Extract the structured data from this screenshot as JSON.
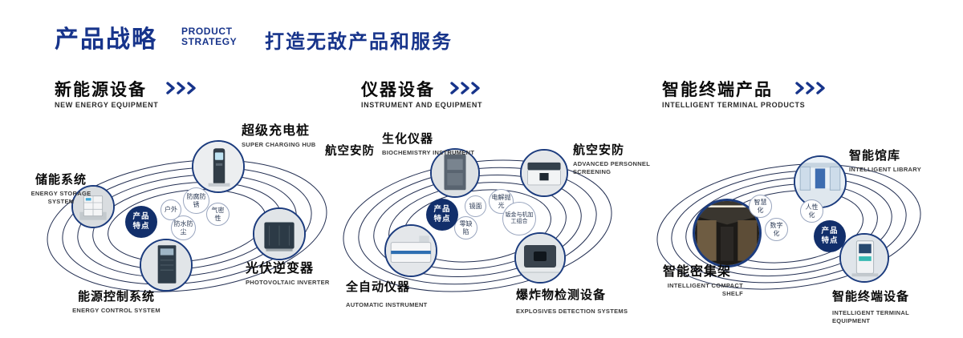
{
  "header": {
    "title": "产品战略",
    "subtitle": [
      "PRODUCT",
      "STRATEGY"
    ],
    "tagline": "打造无敌产品和服务"
  },
  "sections": [
    {
      "title": "新能源设备",
      "subtitle": "NEW ENERGY EQUIPMENT",
      "badge": {
        "line1": "产品",
        "line2": "特点"
      },
      "items": [
        {
          "zh": "储能系统",
          "en": "ENERGY STORAGE SYSTEM"
        },
        {
          "zh": "超级充电桩",
          "en": "SUPER CHARGING HUB"
        },
        {
          "zh": "光伏逆变器",
          "en": "PHOTOVOLTAIC INVERTER"
        },
        {
          "zh": "能源控制系统",
          "en": "ENERGY CONTROL SYSTEM"
        }
      ],
      "features": [
        "户外",
        "防腐防锈",
        "气密性",
        "防水防尘"
      ]
    },
    {
      "title": "仪器设备",
      "subtitle": "INSTRUMENT AND EQUIPMENT",
      "badge": {
        "line1": "产品",
        "line2": "特点"
      },
      "side_label": "航空安防",
      "items": [
        {
          "zh": "生化仪器",
          "en": "BIOCHEMISTRY INSTRUMENT"
        },
        {
          "zh": "航空安防",
          "en": "ADVANCED PERSONNEL SCREENING"
        },
        {
          "zh": "全自动仪器",
          "en": "AUTOMATIC INSTRUMENT"
        },
        {
          "zh": "爆炸物检测设备",
          "en": "EXPLOSIVES DETECTION SYSTEMS"
        }
      ],
      "features": [
        "镜面",
        "电解抛光",
        "零缺陷",
        "钣金与机加工组合"
      ]
    },
    {
      "title": "智能终端产品",
      "subtitle": "INTELLIGENT TERMINAL PRODUCTS",
      "badge": {
        "line1": "产品",
        "line2": "特点"
      },
      "items": [
        {
          "zh": "智能馆库",
          "en": "INTELLIGENT LIBRARY"
        },
        {
          "zh": "智能密集架",
          "en": "INTELLIGENT COMPACT SHELF"
        },
        {
          "zh": "智能终端设备",
          "en": "INTELLIGENT TERMINAL EQUIPMENT"
        }
      ],
      "features": [
        "智慧化",
        "人性化",
        "数字化"
      ]
    }
  ],
  "colors": {
    "primary": "#17348B",
    "ink": "#0A0A0A",
    "orbit": "#232F52",
    "badge_bg": "#122F6B"
  }
}
